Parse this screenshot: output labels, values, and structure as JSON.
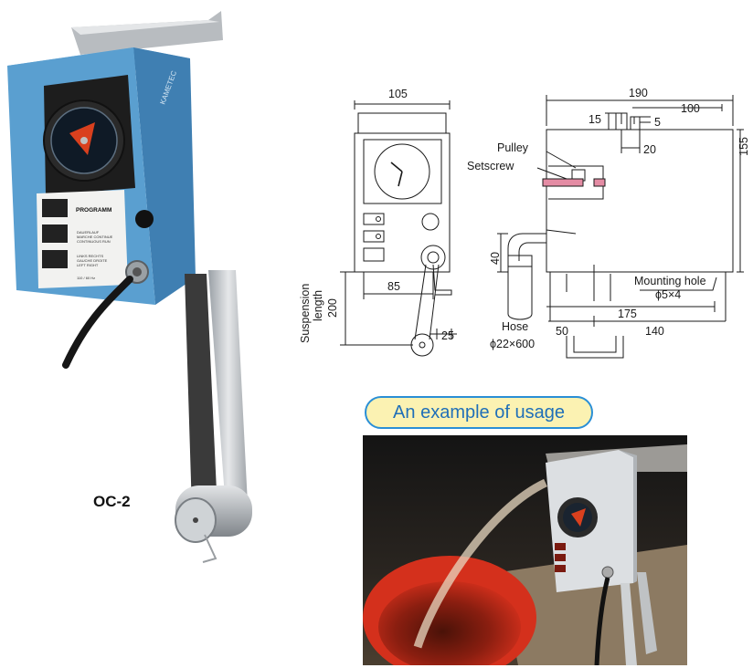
{
  "product": {
    "model": "OC-2",
    "brand_text": "KAMETEC",
    "panel": {
      "title": "PROGRAMM",
      "mode_lines": [
        "DAUERLAUF",
        "MARCHE CONTINUE",
        "CONTINUOUS RUN"
      ],
      "direction_lines": [
        "LINKS  RECHTS",
        "GAUCHE  DROITE",
        "LEFT  RIGHT"
      ],
      "spec_line": "110 / 60 Hz"
    }
  },
  "drawing": {
    "front_view": {
      "width": "105",
      "hole_offset": "85",
      "suspension_label_line1": "Suspension",
      "suspension_label_line2": "length",
      "suspension_length": "200",
      "pulley_offset": "25"
    },
    "side_view": {
      "total_width": "190",
      "top_offset": "100",
      "height": "155",
      "dim_15": "15",
      "dim_5": "5",
      "dim_20": "20",
      "dim_40": "40",
      "dim_175": "175",
      "dim_50": "50",
      "dim_140": "140"
    },
    "callouts": {
      "pulley": "Pulley",
      "setscrew": "Setscrew",
      "mounting_hole": "Mounting hole",
      "mounting_hole_spec": "ϕ5×4",
      "hose": "Hose",
      "hose_spec": "ϕ22×600"
    }
  },
  "usage": {
    "heading": "An example of usage"
  },
  "colors": {
    "device_blue": "#5a9fd0",
    "pill_border": "#2a8fd6",
    "pill_fill": "#fbf2b2",
    "pill_text": "#1f6fb8",
    "bucket_red": "#d4301c",
    "setscrew_pink": "#e48ca4"
  }
}
